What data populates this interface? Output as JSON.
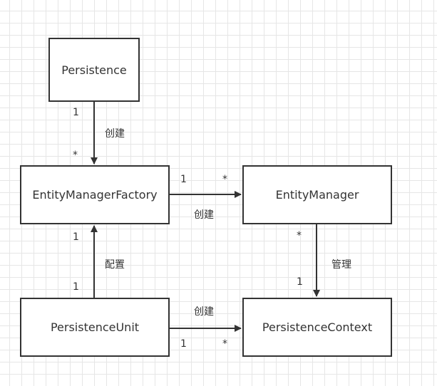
{
  "nodes": {
    "persistence": "Persistence",
    "entity_manager_factory": "EntityManagerFactory",
    "entity_manager": "EntityManager",
    "persistence_unit": "PersistenceUnit",
    "persistence_context": "PersistenceContext"
  },
  "edges": {
    "persistence_to_emf": {
      "label": "创建",
      "source_mult": "1",
      "target_mult": "*"
    },
    "emf_to_em": {
      "label": "创建",
      "source_mult": "1",
      "target_mult": "*"
    },
    "pu_to_emf": {
      "label": "配置",
      "source_mult": "1",
      "target_mult": "1"
    },
    "em_to_pc": {
      "label": "管理",
      "source_mult": "*",
      "target_mult": "1"
    },
    "pu_to_pc": {
      "label": "创建",
      "source_mult": "1",
      "target_mult": "*"
    }
  },
  "colors": {
    "stroke": "#333333",
    "grid": "#e6e6e6",
    "background": "#ffffff"
  }
}
